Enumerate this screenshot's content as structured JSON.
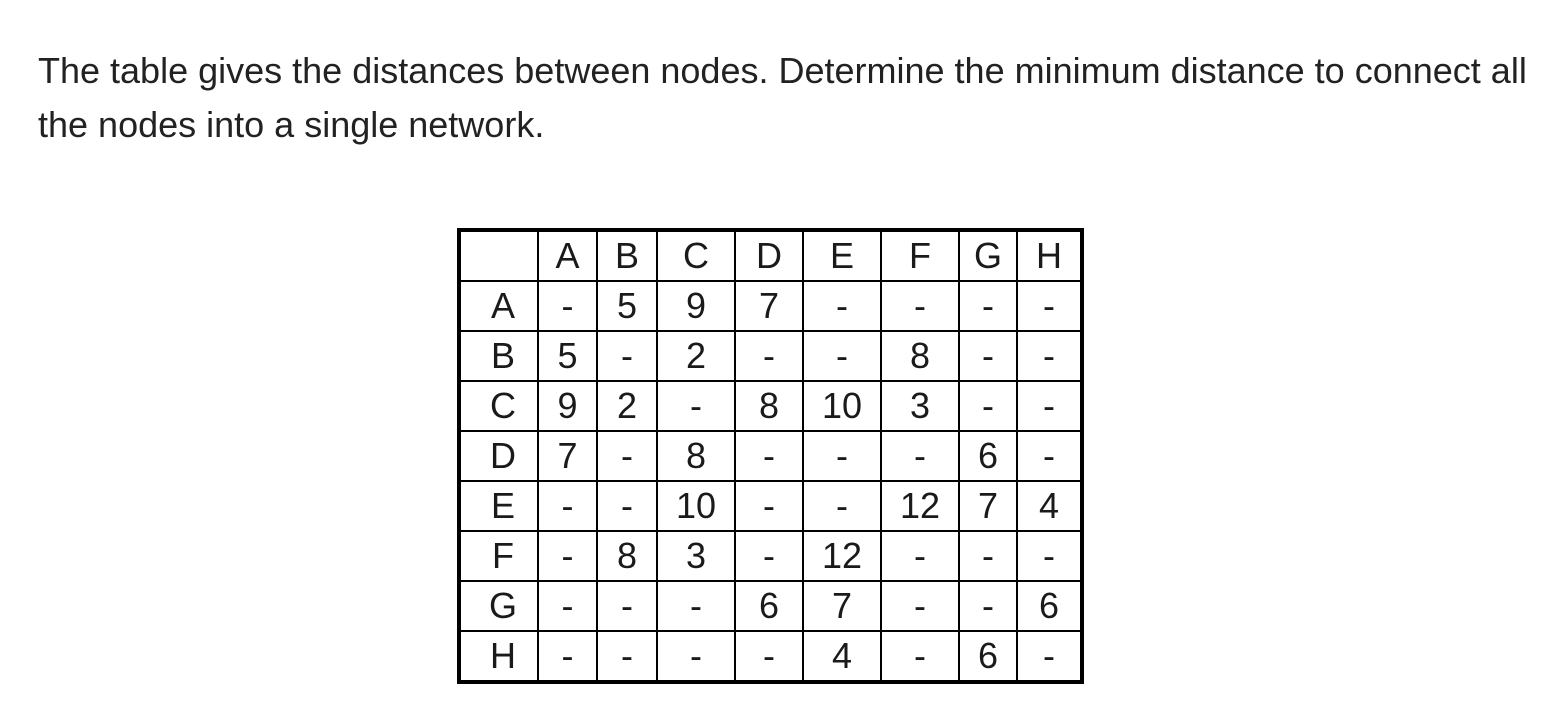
{
  "question": "The table gives the distances between nodes. Determine the minimum distance to connect all the nodes into a single network.",
  "table": {
    "corner": "",
    "columns": [
      "A",
      "B",
      "C",
      "D",
      "E",
      "F",
      "G",
      "H"
    ],
    "rows": [
      {
        "label": "A",
        "cells": [
          "-",
          "5",
          "9",
          "7",
          "-",
          "-",
          "-",
          "-"
        ]
      },
      {
        "label": "B",
        "cells": [
          "5",
          "-",
          "2",
          "-",
          "-",
          "8",
          "-",
          "-"
        ]
      },
      {
        "label": "C",
        "cells": [
          "9",
          "2",
          "-",
          "8",
          "10",
          "3",
          "-",
          "-"
        ]
      },
      {
        "label": "D",
        "cells": [
          "7",
          "-",
          "8",
          "-",
          "-",
          "-",
          "6",
          "-"
        ]
      },
      {
        "label": "E",
        "cells": [
          "-",
          "-",
          "10",
          "-",
          "-",
          "12",
          "7",
          "4"
        ]
      },
      {
        "label": "F",
        "cells": [
          "-",
          "8",
          "3",
          "-",
          "12",
          "-",
          "-",
          "-"
        ]
      },
      {
        "label": "G",
        "cells": [
          "-",
          "-",
          "-",
          "6",
          "7",
          "-",
          "-",
          "6"
        ]
      },
      {
        "label": "H",
        "cells": [
          "-",
          "-",
          "-",
          "-",
          "4",
          "-",
          "6",
          "-"
        ]
      }
    ]
  }
}
